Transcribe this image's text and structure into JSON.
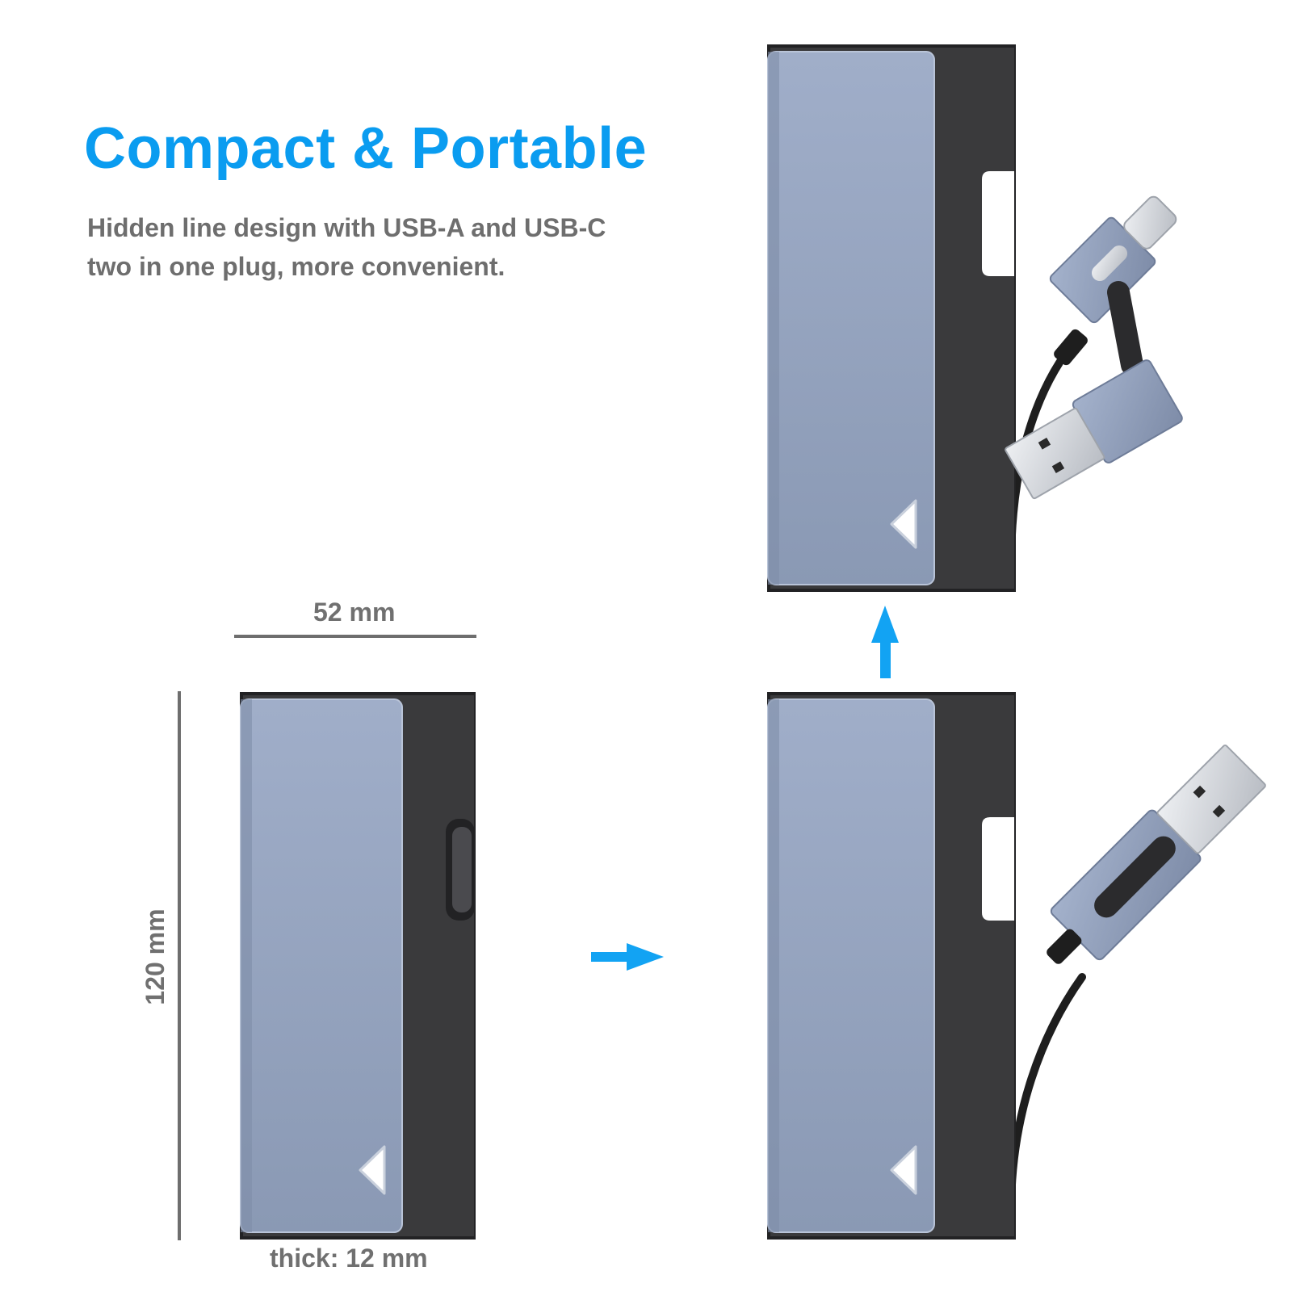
{
  "headline": {
    "text": "Compact & Portable"
  },
  "subtitle": {
    "line1": "Hidden line design with USB-A and USB-C",
    "line2": "two in one plug, more convenient."
  },
  "dimensions": {
    "width_label": "52 mm",
    "height_label": "120 mm",
    "thickness_label": "thick: 12 mm"
  },
  "colors": {
    "headline": "#0A9CF0",
    "subtitle": "#6E6E6E",
    "dimension_text": "#707070",
    "dimension_line": "#6E6E6E",
    "arrow": "#12A3F3",
    "panel_top": "#A0AEC9",
    "panel_bottom": "#8A99B4",
    "housing": "#3A3A3C",
    "housing_edge": "#222224",
    "cable": "#1E1E1E"
  },
  "illustrations": [
    {
      "state": "closed",
      "icon": "hub-closed-icon"
    },
    {
      "state": "usb-a-extended",
      "icon": "hub-usb-a-extended-icon"
    },
    {
      "state": "usb-a-and-c-extended",
      "icon": "hub-usb-c-extended-icon"
    }
  ]
}
